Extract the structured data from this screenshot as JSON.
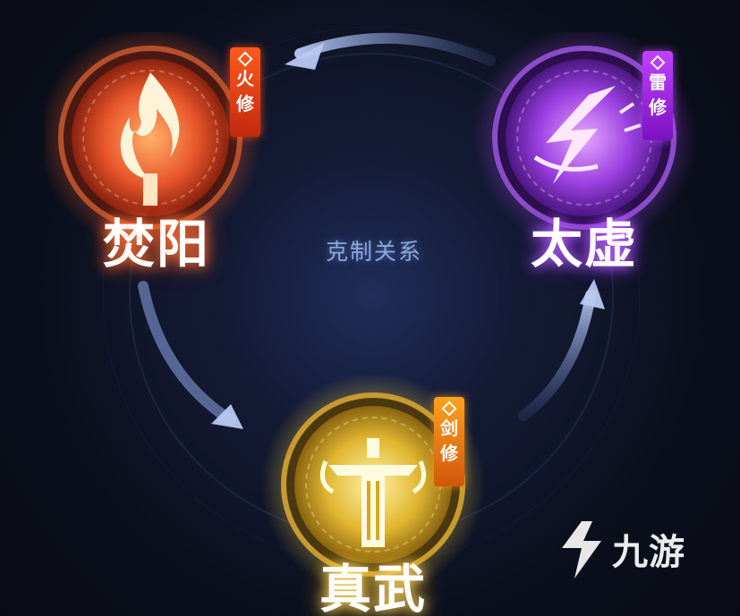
{
  "center": {
    "label": "克制关系"
  },
  "schools": {
    "fire": {
      "name": "焚阳",
      "tag": [
        "火",
        "修"
      ],
      "icon": "flame-icon",
      "color": "#ff5a1e"
    },
    "thunder": {
      "name": "太虚",
      "tag": [
        "雷",
        "修"
      ],
      "icon": "lightning-icon",
      "color": "#b544ff"
    },
    "sword": {
      "name": "真武",
      "tag": [
        "剑",
        "修"
      ],
      "icon": "sword-icon",
      "color": "#ffc83a"
    }
  },
  "watermark": {
    "text": "九游",
    "icon": "jiuyou-logo-icon"
  }
}
